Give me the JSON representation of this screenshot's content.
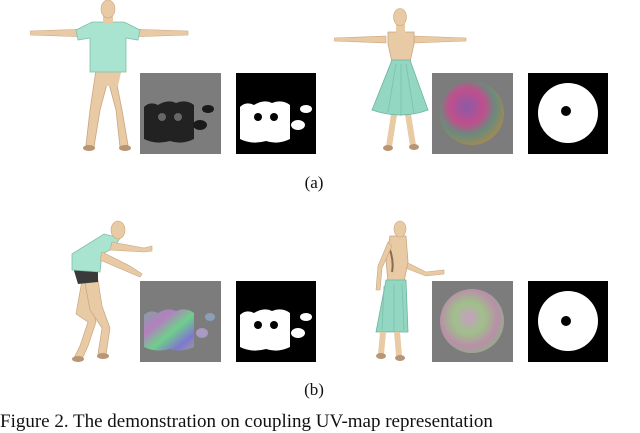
{
  "figure": {
    "row_a_label": "(a)",
    "row_b_label": "(b)",
    "caption": "Figure 2. The demonstration on coupling UV-map representation"
  },
  "colors": {
    "skin": "#e8caa4",
    "shirt": "#a8e4cf",
    "skirt": "#93d6c2",
    "map_background_gray": "#7c7c7c",
    "mask_foreground": "#ffffff",
    "mask_background": "#000000"
  },
  "panels": [
    {
      "row": "a",
      "figure": "standing-t-pose-shirt-pants",
      "maps": [
        "displacement-uv-map",
        "binary-mask-map"
      ]
    },
    {
      "row": "a",
      "figure": "standing-t-pose-skirt",
      "maps": [
        "displacement-sphere-map",
        "binary-ring-mask-map"
      ]
    },
    {
      "row": "b",
      "figure": "bending-pose-shirt-pants",
      "maps": [
        "displacement-uv-map",
        "binary-mask-map"
      ]
    },
    {
      "row": "b",
      "figure": "twisting-pose-skirt",
      "maps": [
        "displacement-sphere-map",
        "binary-ring-mask-map"
      ]
    }
  ]
}
